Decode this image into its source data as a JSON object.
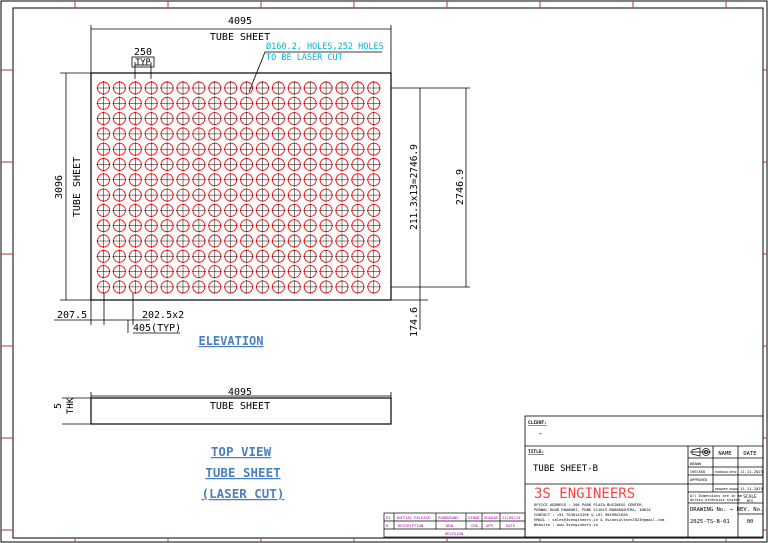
{
  "drawing": {
    "elevation": {
      "width_dim": "4095",
      "part_label_top": "TUBE SHEET",
      "pitch_dim": "250",
      "pitch_note": "TYP",
      "hole_note_line1": "Ø160.2, HOLES,252 HOLES",
      "hole_note_line2": "TO BE LASER CUT",
      "height_dim": "3096",
      "part_label_side": "TUBE SHEET",
      "pitch_span_dim": "211.3x13=2746.9",
      "span_dim": "2746.9",
      "edge_left_dim": "207.5",
      "edge_pitch_dim": "202.5x2",
      "pitch_typ_dim": "405(TYP)",
      "edge_bottom_dim": "174.6",
      "grid_rows": 14,
      "grid_cols": 18
    },
    "elevation_title": "ELEVATION",
    "top_view": {
      "width_dim": "4095",
      "part_label": "TUBE SHEET",
      "thk_value": "5",
      "thk_label": "THK"
    },
    "top_view_title": [
      "TOP VIEW",
      "TUBE SHEET",
      "(LASER CUT)"
    ]
  },
  "title_block": {
    "client_label": "CLIENT:",
    "client_value": "-",
    "title_label": "TITLE:",
    "title_value": "TUBE SHEET-B",
    "name_header": "NAME",
    "date_header": "DATE",
    "drawn_label": "DRAWN",
    "checked_label": "CHECKED",
    "checked_name": "PUSHKAR DESI",
    "checked_date": "11.11.2025",
    "approved_label": "APPROVED",
    "row4_name": "PRADEEP PAWAR",
    "row4_date": "11.11.2025",
    "company": "3S ENGINEERS",
    "address_lines": [
      "OFFICE ADDRESS : 206 PARK PLAZA BUSINESS CENTER,",
      "PORWAL ROAD DHANORI, PUNE 411015 MAHARASHTRA, INDIA",
      "CONTACT : +91 7038144196 & +91 9049901626",
      "EMAIL :    sales@3sengineers.in & 3sconsultant2023@gmail.com",
      "Website : www.3sengineers.in"
    ],
    "note_line1": "All Dimensions are in mm",
    "note_line2": "Unless otherwise stated",
    "scale_label": "SCALE",
    "scale_value": "NTS",
    "dwg_no_label": "DRAWING No. →",
    "dwg_no_value": "2025-TS-B-01",
    "rev_label": "REV. No.",
    "rev_value": "00"
  },
  "revision_table": {
    "row": [
      "R1",
      "INITIAL RELEASE",
      "PANDURANG",
      "VINOD",
      "SHOAIB",
      "11/09/24"
    ],
    "header": [
      "R",
      "DESCRIPTION",
      "DRN.",
      "CHK.",
      "APP.",
      "DATE"
    ],
    "footer": "REVISION"
  },
  "colors": {
    "hole": "#ff0000",
    "note": "#00b4e6",
    "title_blue": "#4a7fc0",
    "company": "#ff4040",
    "purple": "#b000b0",
    "line": "#000000"
  }
}
